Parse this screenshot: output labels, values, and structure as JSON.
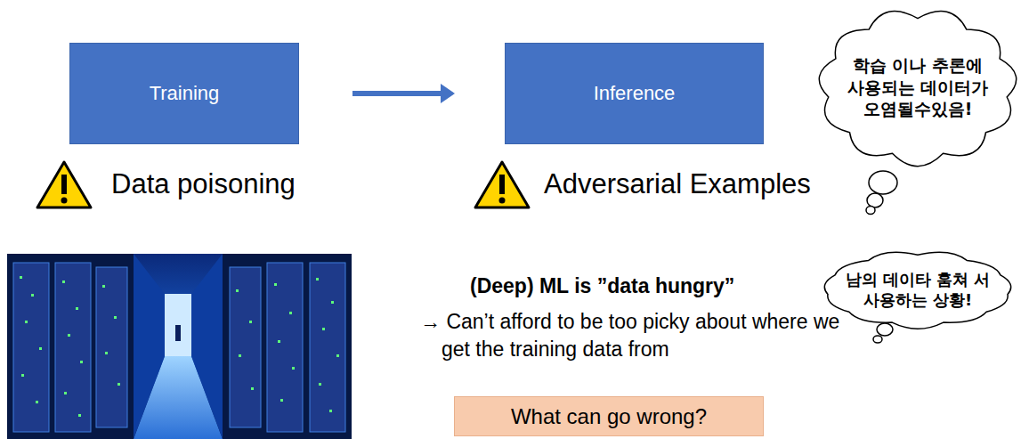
{
  "diagram": {
    "nodes": [
      {
        "text": [
          "Training"
        ]
      },
      {
        "text": [
          "Inference"
        ]
      },
      {
        "text": [
          "학습 이나 추론에 사용되는 데이터가 오염될수있음!"
        ]
      },
      {
        "text": [
          "남의 데이타 훔쳐 서 사용하는 상황!"
        ]
      },
      {
        "text": [
          "What can go wrong?"
        ]
      }
    ],
    "edges": [
      {
        "from": 0,
        "to": 1,
        "arrow": "to"
      }
    ],
    "labels": [
      "Data poisoning",
      "Adversarial Examples",
      "(Deep) ML is ”data hungry”",
      "→ Can’t afford to be too picky about where we get the training data from"
    ]
  }
}
